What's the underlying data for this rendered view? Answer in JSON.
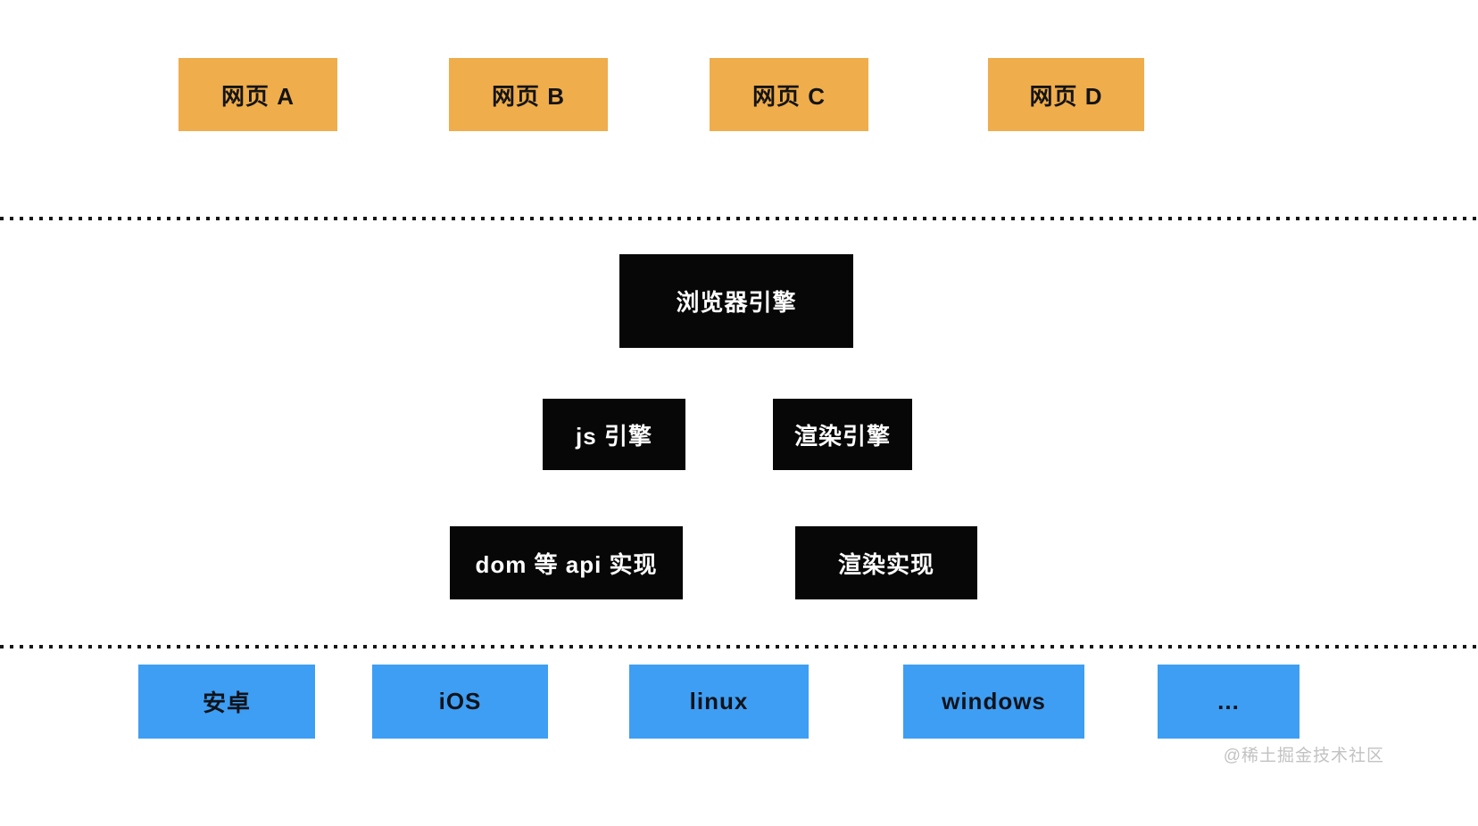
{
  "diagram": {
    "webpage_layer": {
      "boxes": [
        {
          "label": "网页 A"
        },
        {
          "label": "网页 B"
        },
        {
          "label": "网页 C"
        },
        {
          "label": "网页 D"
        }
      ]
    },
    "browser_engine": {
      "label": "浏览器引擎"
    },
    "engine_layer": {
      "boxes": [
        {
          "label": "js 引擎"
        },
        {
          "label": "渲染引擎"
        }
      ]
    },
    "implementation_layer": {
      "boxes": [
        {
          "label": "dom 等 api 实现"
        },
        {
          "label": "渲染实现"
        }
      ]
    },
    "platform_layer": {
      "boxes": [
        {
          "label": "安卓"
        },
        {
          "label": "iOS"
        },
        {
          "label": "linux"
        },
        {
          "label": "windows"
        },
        {
          "label": "..."
        }
      ]
    }
  },
  "watermark": {
    "text": "@稀土掘金技术社区"
  },
  "colors": {
    "webpage_box": "#EFAD4B",
    "engine_box": "#070707",
    "platform_box": "#3E9EF3",
    "box_text_dark": "#141414",
    "box_text_light": "#FFFFFF",
    "dotted_line": "#161616",
    "watermark_text": "#C2C2C2",
    "background": "#FFFFFF"
  }
}
